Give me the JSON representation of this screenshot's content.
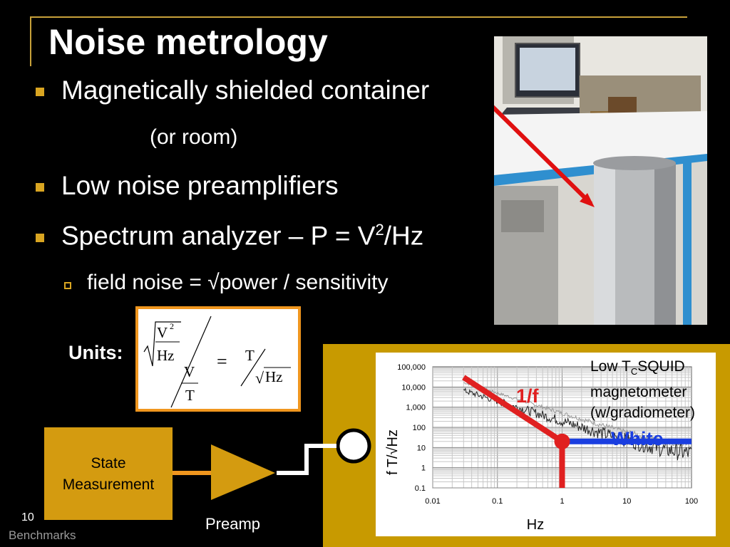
{
  "title": "Noise metrology",
  "bullets": {
    "b1": "Magnetically shielded container",
    "b1_sub": "(or room)",
    "b2": "Low noise preamplifiers",
    "b3_pre": "Spectrum analyzer – P = V",
    "b3_sup": "2",
    "b3_post": "/Hz",
    "sub1": "field noise = √power / sensitivity"
  },
  "units": {
    "label": "Units:",
    "v": "V",
    "v_exp": "2",
    "hz": "Hz",
    "v2": "V",
    "t": "T",
    "equals": "=",
    "t2": "T",
    "hz2": "Hz",
    "root": "√"
  },
  "diagram": {
    "state_line1": "State",
    "state_line2": "Measurement",
    "preamp": "Preamp"
  },
  "slide_number": "10",
  "footer": "Benchmarks",
  "chart_data": {
    "type": "line",
    "title": "",
    "xlabel": "Hz",
    "ylabel": "f T/√Hz",
    "x_ticks": [
      "0.01",
      "0.1",
      "1",
      "10",
      "100"
    ],
    "y_ticks": [
      "100,000",
      "10,000",
      "1,000",
      "100",
      "10",
      "1",
      "0.1"
    ],
    "x_scale": "log",
    "y_scale": "log",
    "xlim": [
      0.01,
      100
    ],
    "ylim": [
      0.1,
      100000
    ],
    "grid": true,
    "annotations": [
      {
        "text": "1/f",
        "color": "#e02020"
      },
      {
        "text": "White",
        "color": "#1a3ee0"
      }
    ],
    "caption_lines": [
      "Low T",
      "C",
      "SQUID",
      "magnetometer",
      "(w/gradiometer)"
    ],
    "series": [
      {
        "color": "#e02020",
        "x": [
          0.03,
          1,
          1
        ],
        "y": [
          30000,
          20,
          0.1
        ]
      },
      {
        "color": "#1a3ee0",
        "x": [
          1,
          100
        ],
        "y": [
          20,
          20
        ]
      }
    ]
  },
  "colors": {
    "gold": "#d9a521",
    "orange": "#f0961e",
    "red_line": "#e02020",
    "blue_line": "#1a3ee0"
  }
}
